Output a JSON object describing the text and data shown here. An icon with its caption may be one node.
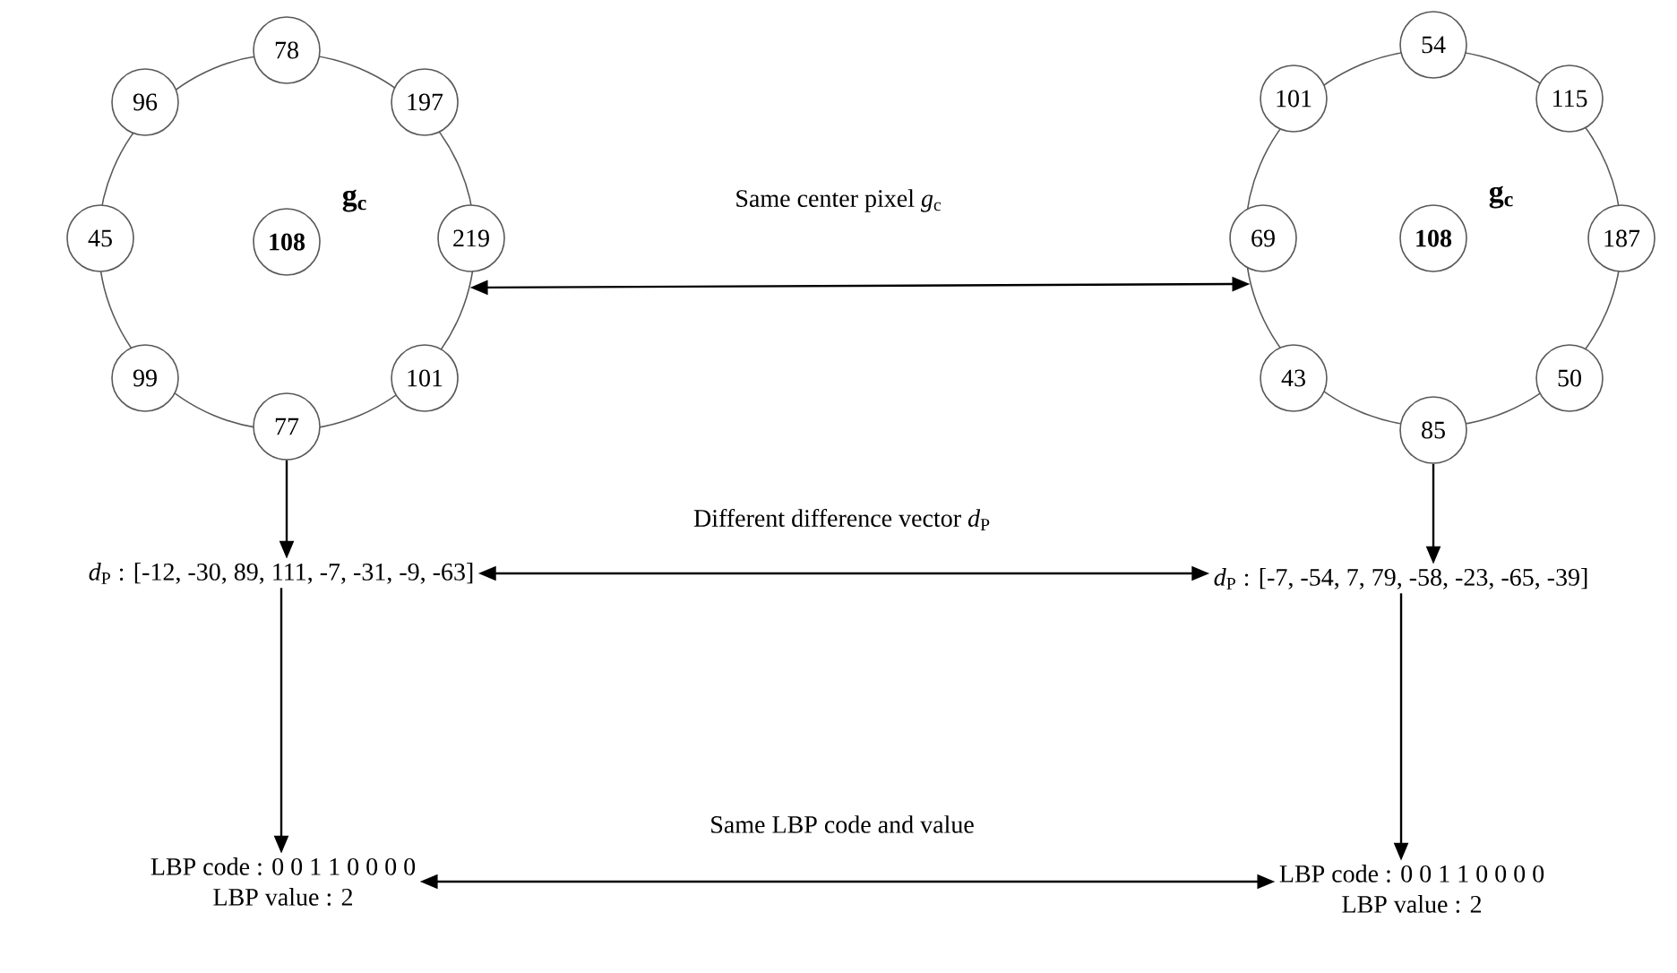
{
  "diagram": {
    "nodes": [
      {
        "text": [
          "g$_{c}$"
        ]
      },
      {
        "text": [
          "108"
        ],
        "in": 0
      },
      {
        "text": [
          "78"
        ]
      },
      {
        "text": [
          "197"
        ]
      },
      {
        "text": [
          "219"
        ]
      },
      {
        "text": [
          "101"
        ]
      },
      {
        "text": [
          "77"
        ]
      },
      {
        "text": [
          "99"
        ]
      },
      {
        "text": [
          "45"
        ]
      },
      {
        "text": [
          "96"
        ]
      },
      {
        "text": [
          "g$_{c}$"
        ]
      },
      {
        "text": [
          "108"
        ],
        "in": 10
      },
      {
        "text": [
          "54"
        ]
      },
      {
        "text": [
          "115"
        ]
      },
      {
        "text": [
          "187"
        ]
      },
      {
        "text": [
          "50"
        ]
      },
      {
        "text": [
          "85"
        ]
      },
      {
        "text": [
          "43"
        ]
      },
      {
        "text": [
          "69"
        ]
      },
      {
        "text": [
          "101"
        ]
      },
      {
        "text": [
          "*d*$_{P}$ : [-12, -30, 89, 111, -7, -31, -9, -63]"
        ]
      },
      {
        "text": [
          "*d*$_{P}$ : [-7, -54, 7, 79, -58, -23, -65, -39]"
        ]
      },
      {
        "text": [
          "LBP code : 0 0 1 1 0 0 0 0",
          "LBP value : 2"
        ]
      },
      {
        "text": [
          "LBP code : 0 0 1 1 0 0 0 0",
          "LBP value : 2"
        ]
      }
    ],
    "edges": [
      {
        "from": 0,
        "to": 10,
        "arrow": "both",
        "label": "Same center pixel *g*$_{c}$"
      },
      {
        "from": 6,
        "to": 20,
        "arrow": "to"
      },
      {
        "from": 16,
        "to": 21,
        "arrow": "to"
      },
      {
        "from": 20,
        "to": 21,
        "arrow": "both",
        "label": "Different difference vector *d*$_{P}$"
      },
      {
        "from": 20,
        "to": 22,
        "arrow": "to"
      },
      {
        "from": 21,
        "to": 23,
        "arrow": "to"
      },
      {
        "from": 22,
        "to": 23,
        "arrow": "both",
        "label": "Same LBP code and value"
      }
    ]
  }
}
